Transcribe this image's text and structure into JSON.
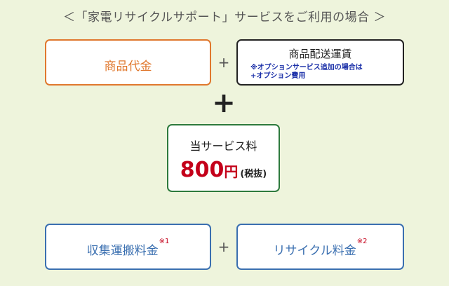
{
  "heading": "＜「家電リサイクルサポート」サービスをご利用の場合 ＞",
  "row1": {
    "left_label": "商品代金",
    "plus": "+",
    "right_title": "商品配送運賃",
    "right_note_line1": "※オプションサービス追加の場合は",
    "right_note_line2": "+オプション費用"
  },
  "big_plus": "+",
  "center": {
    "title": "当サービス料",
    "price": "800",
    "unit": "円",
    "tax_note": "(税抜)"
  },
  "row2": {
    "left_label": "収集運搬料金",
    "left_mark": "※1",
    "plus": "+",
    "right_label": "リサイクル料金",
    "right_mark": "※2"
  },
  "colors": {
    "background": "#eef4dc",
    "orange": "#e0782e",
    "green": "#2d7a3d",
    "blue": "#3a6fb0",
    "red": "#c4001a",
    "note_blue": "#1a2fa8"
  }
}
